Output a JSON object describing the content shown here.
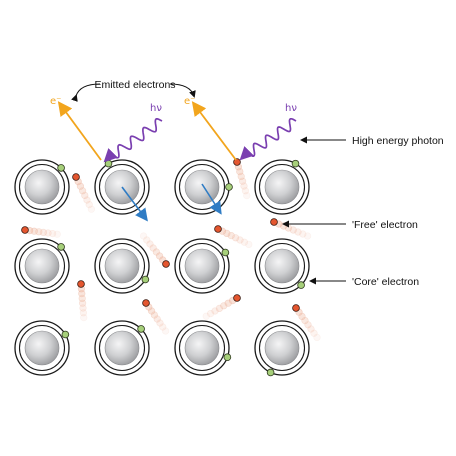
{
  "labels": {
    "emitted_electrons": "Emitted electrons",
    "high_energy_photon": "High energy photon",
    "free_electron": "'Free' electron",
    "core_electron": "'Core' electron",
    "photon_symbol": "hν",
    "electron_symbol": "e⁻"
  },
  "colors": {
    "nucleus": "#c9cacc",
    "shell": "#1a1a1a",
    "core_electron": "#a6cf7a",
    "free_electron": "#e4562f",
    "emitted_arrow": "#f2a51d",
    "photon_wave": "#7a3fb0",
    "momentum_arrow": "#2f7cc4",
    "leader_line": "#111111"
  }
}
